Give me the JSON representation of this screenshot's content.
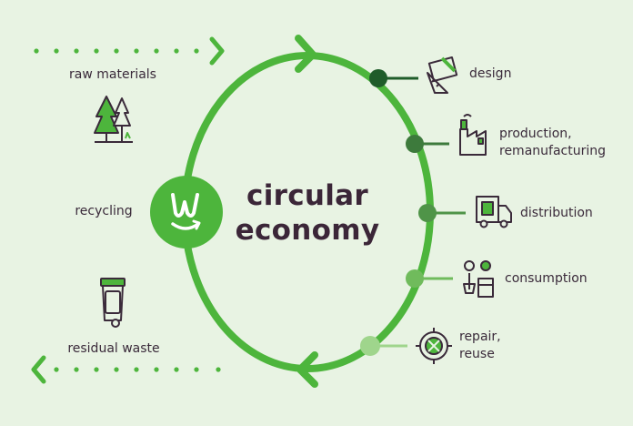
{
  "title": {
    "line1": "circular",
    "line2": "economy"
  },
  "left_labels": {
    "raw_materials": "raw materials",
    "recycling": "recycling",
    "residual_waste": "residual waste"
  },
  "stages": [
    {
      "label": "design",
      "color": "#1f5c2a",
      "icon": "design-icon"
    },
    {
      "label": "production,\nremanufacturing",
      "color": "#3d7a3c",
      "icon": "factory-icon"
    },
    {
      "label": "distribution",
      "color": "#4f9448",
      "icon": "truck-icon"
    },
    {
      "label": "consumption",
      "color": "#70bb5c",
      "icon": "shopping-cart-icon"
    },
    {
      "label": "repair,\nreuse",
      "color": "#9fd58c",
      "icon": "gear-repair-icon"
    }
  ],
  "colors": {
    "background": "#e8f3e3",
    "ring": "#4db53c",
    "logo_fill": "#4db53c",
    "text": "#3a2a3a"
  },
  "logo_icon": "circular-w-logo-icon"
}
